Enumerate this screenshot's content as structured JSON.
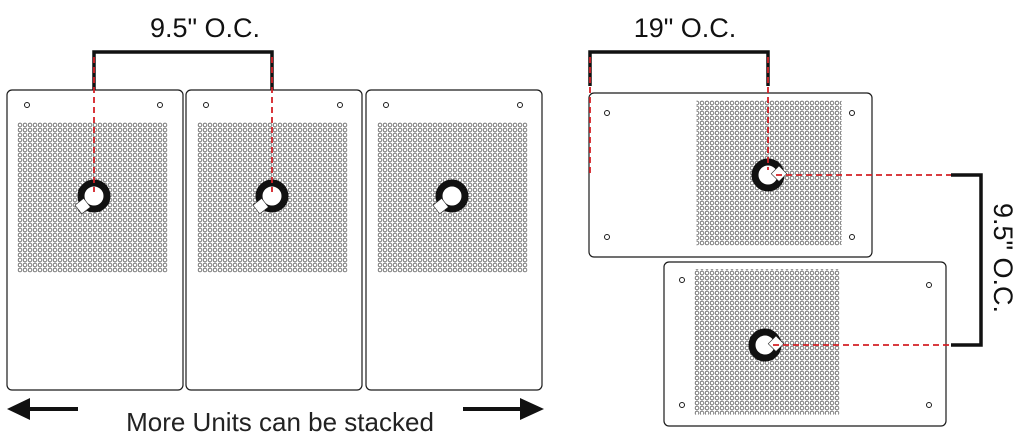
{
  "labels": {
    "left_spacing": "9.5\" O.C.",
    "right_top_spacing": "19\" O.C.",
    "right_side_spacing": "9.5\" O.C.",
    "stack_note": "More Units can be stacked"
  },
  "colors": {
    "outline": "#1a1a1a",
    "dim_bracket": "#111111",
    "centerline": "#d42026",
    "fill": "#ffffff"
  },
  "icons": {
    "left_arrow": "arrow-left-icon",
    "right_arrow": "arrow-right-icon",
    "unit_ring": "ring-icon"
  }
}
